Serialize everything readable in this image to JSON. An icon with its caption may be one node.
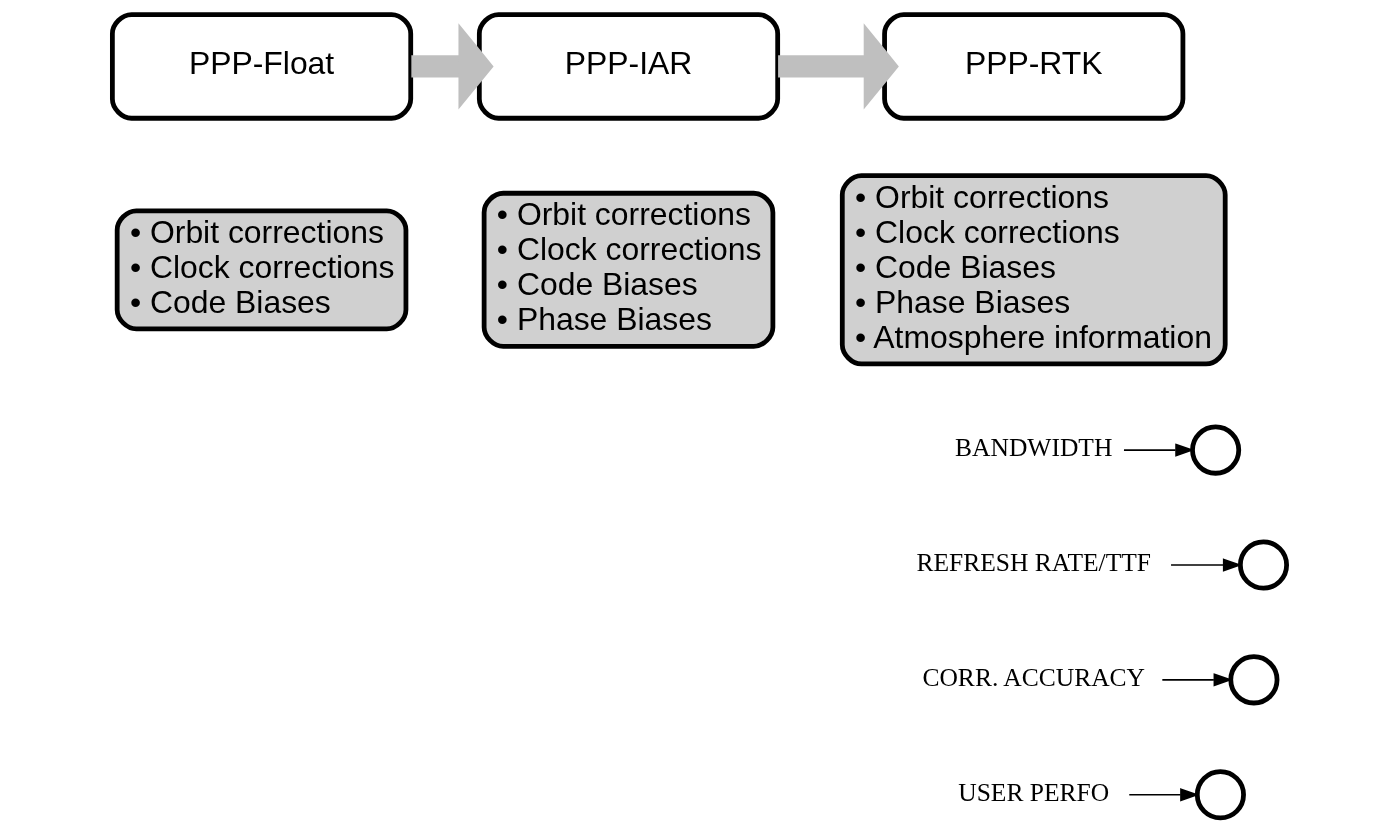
{
  "diagram": {
    "nodes": [
      {
        "text": [
          "PPP-Float"
        ]
      },
      {
        "text": [
          "• Orbit corrections",
          "• Clock corrections",
          "• Code Biases"
        ]
      },
      {
        "text": [
          "PPP-IAR"
        ]
      },
      {
        "text": [
          "• Orbit corrections",
          "• Clock corrections",
          "• Code Biases",
          "• Phase Biases"
        ]
      },
      {
        "text": [
          "PPP-RTK"
        ]
      },
      {
        "text": [
          "• Orbit corrections",
          "• Clock corrections",
          "• Code Biases",
          "• Phase Biases",
          "• Atmosphere information"
        ]
      },
      {
        "text": [
          "BANDWIDTH"
        ]
      },
      {
        "text": [],
        "shape": "circle"
      },
      {
        "text": [
          "REFRESH RATE/TTF"
        ]
      },
      {
        "text": [],
        "shape": "circle"
      },
      {
        "text": [
          "CORR. ACCURACY"
        ]
      },
      {
        "text": [],
        "shape": "circle"
      },
      {
        "text": [
          "USER PERFO"
        ]
      },
      {
        "text": [],
        "shape": "circle"
      }
    ],
    "edges": [
      {
        "from": 0,
        "to": 2,
        "arrow": "to",
        "style": "thick",
        "color": "#bfbfbf"
      },
      {
        "from": 2,
        "to": 4,
        "arrow": "to",
        "style": "thick",
        "color": "#bfbfbf"
      },
      {
        "from": 6,
        "to": 7,
        "arrow": "to"
      },
      {
        "from": 8,
        "to": 9,
        "arrow": "to"
      },
      {
        "from": 10,
        "to": 11,
        "arrow": "to"
      },
      {
        "from": 12,
        "to": 13,
        "arrow": "to"
      }
    ]
  }
}
